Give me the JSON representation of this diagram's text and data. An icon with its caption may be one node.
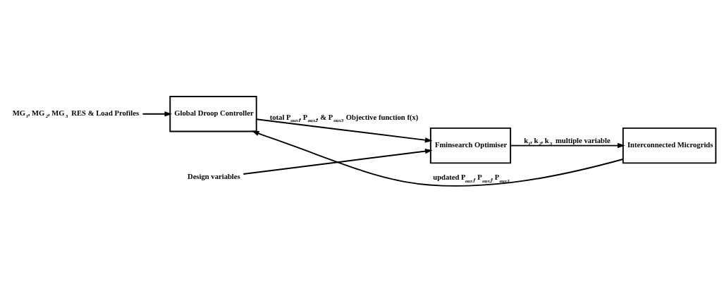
{
  "diagram": {
    "nodes": [
      {
        "text": [
          "MG$_{1}$, MG$_{2}$, MG$_{3}$ RES & Load Profiles"
        ]
      },
      {
        "text": [
          "Global Droop Controller"
        ]
      },
      {
        "text": [
          "Design variables"
        ]
      },
      {
        "text": [
          "Fminsearch Optimiser"
        ]
      },
      {
        "text": [
          "Interconnected Microgrids"
        ]
      }
    ],
    "edges": [
      {
        "from": 0,
        "to": 1,
        "arrow": "to"
      },
      {
        "from": 1,
        "to": 3,
        "arrow": "to",
        "label": "total P$_{aux1}$, P$_{aux2}$, & P$_{aux3}$ Objective function f(x)"
      },
      {
        "from": 2,
        "to": 3,
        "arrow": "to"
      },
      {
        "from": 3,
        "to": 4,
        "arrow": "to",
        "label": "k$_{1}$, k$_{2}$, k$_{3}$ multiple variable"
      },
      {
        "from": 4,
        "to": 1,
        "arrow": "to",
        "label": "updated P$_{aux1}$, P$_{aux2}$, P$_{aux3}$"
      }
    ]
  }
}
